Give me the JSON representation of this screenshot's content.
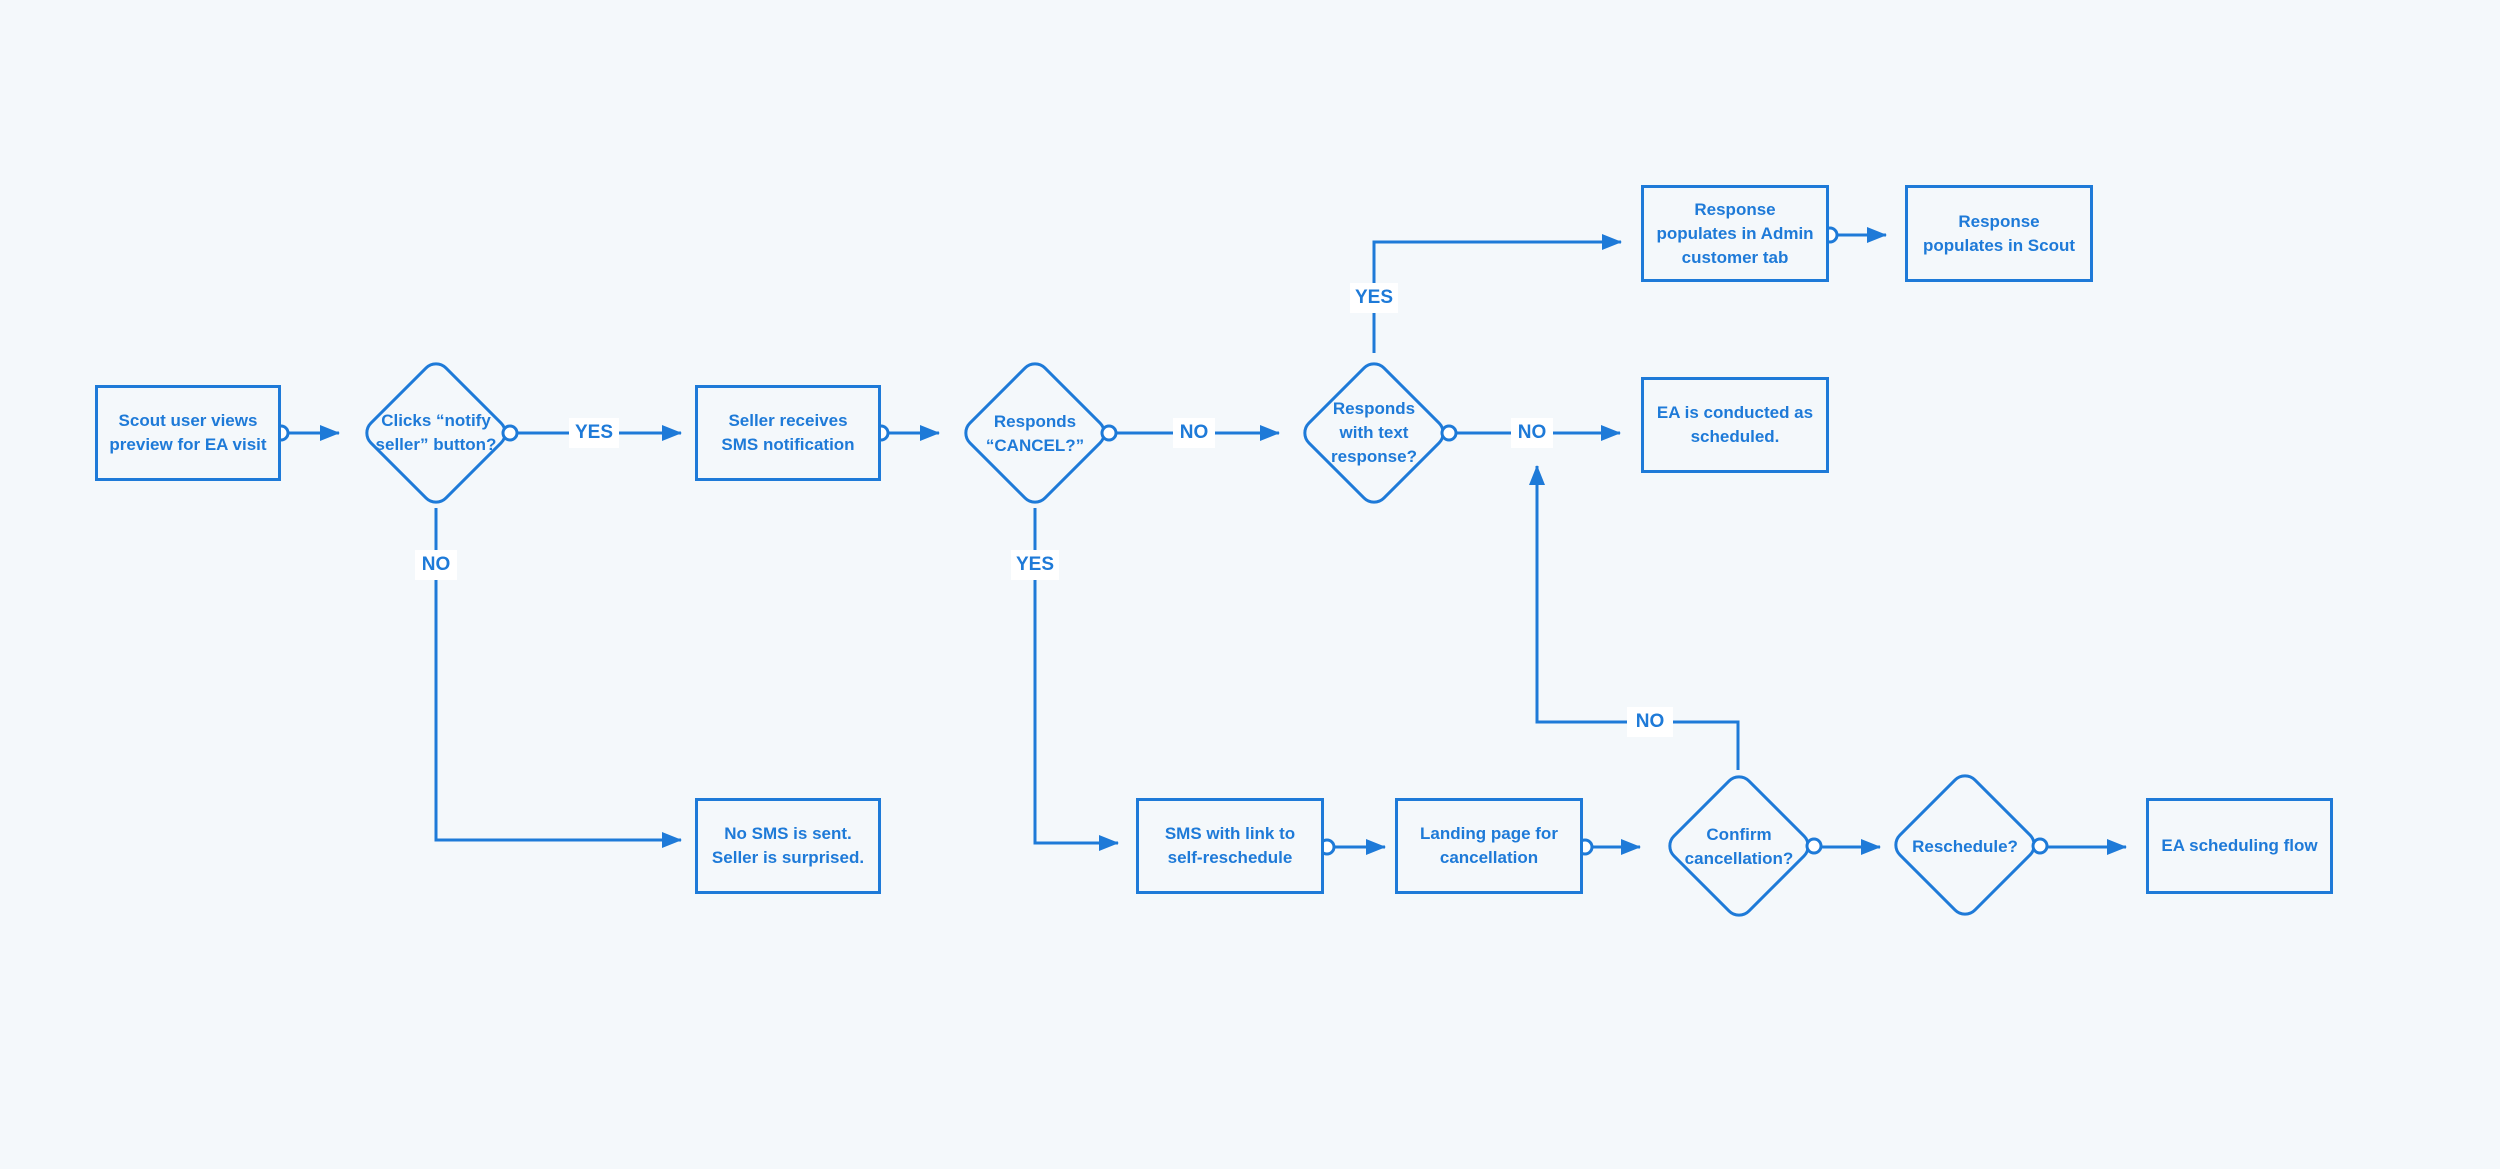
{
  "colors": {
    "accent": "#1e7ad8",
    "background": "#f4f8fb",
    "label_background": "#ffffff"
  },
  "nodes": {
    "scout_views": "Scout user views preview for EA visit",
    "clicks_notify": "Clicks “notify seller” button?",
    "seller_receives": "Seller receives SMS notification",
    "responds_cancel": "Responds “CANCEL?”",
    "responds_text": "Responds with text response?",
    "response_admin": "Response populates in Admin customer tab",
    "response_scout": "Response populates in Scout",
    "ea_conducted": "EA is conducted as scheduled.",
    "no_sms": "No SMS is sent. Seller is surprised.",
    "sms_link": "SMS with link to self-reschedule",
    "landing_page": "Landing page for cancellation",
    "confirm_cancel": "Confirm cancellation?",
    "reschedule": "Reschedule?",
    "ea_scheduling": "EA scheduling flow"
  },
  "edge_labels": {
    "yes_notify": "YES",
    "no_notify": "NO",
    "no_cancel": "NO",
    "yes_cancel": "YES",
    "yes_text": "YES",
    "no_text": "NO",
    "no_confirm": "NO"
  }
}
